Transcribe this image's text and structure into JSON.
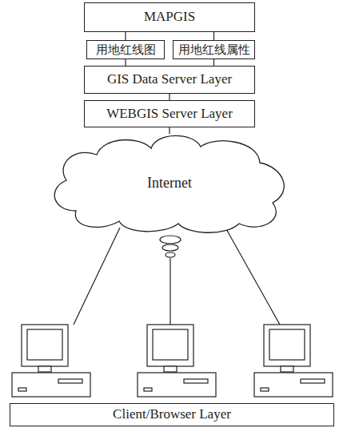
{
  "diagram": {
    "nodes": [
      {
        "text": [
          "MAPGIS"
        ]
      },
      {
        "text": [
          "用地红线图"
        ]
      },
      {
        "text": [
          "用地红线属性"
        ]
      },
      {
        "text": [
          "GIS Data Server Layer"
        ]
      },
      {
        "text": [
          "WEBGIS Server Layer"
        ]
      },
      {
        "text": [
          "Internet"
        ]
      },
      {
        "text": [
          "Client/Browser Layer"
        ]
      }
    ],
    "edges": [
      {
        "from": 0,
        "to": 1,
        "arrow": "none"
      },
      {
        "from": 0,
        "to": 2,
        "arrow": "none"
      },
      {
        "from": 1,
        "to": 3,
        "arrow": "none"
      },
      {
        "from": 2,
        "to": 3,
        "arrow": "none"
      },
      {
        "from": 3,
        "to": 4,
        "arrow": "none"
      },
      {
        "from": 4,
        "to": 5,
        "arrow": "none"
      }
    ]
  }
}
